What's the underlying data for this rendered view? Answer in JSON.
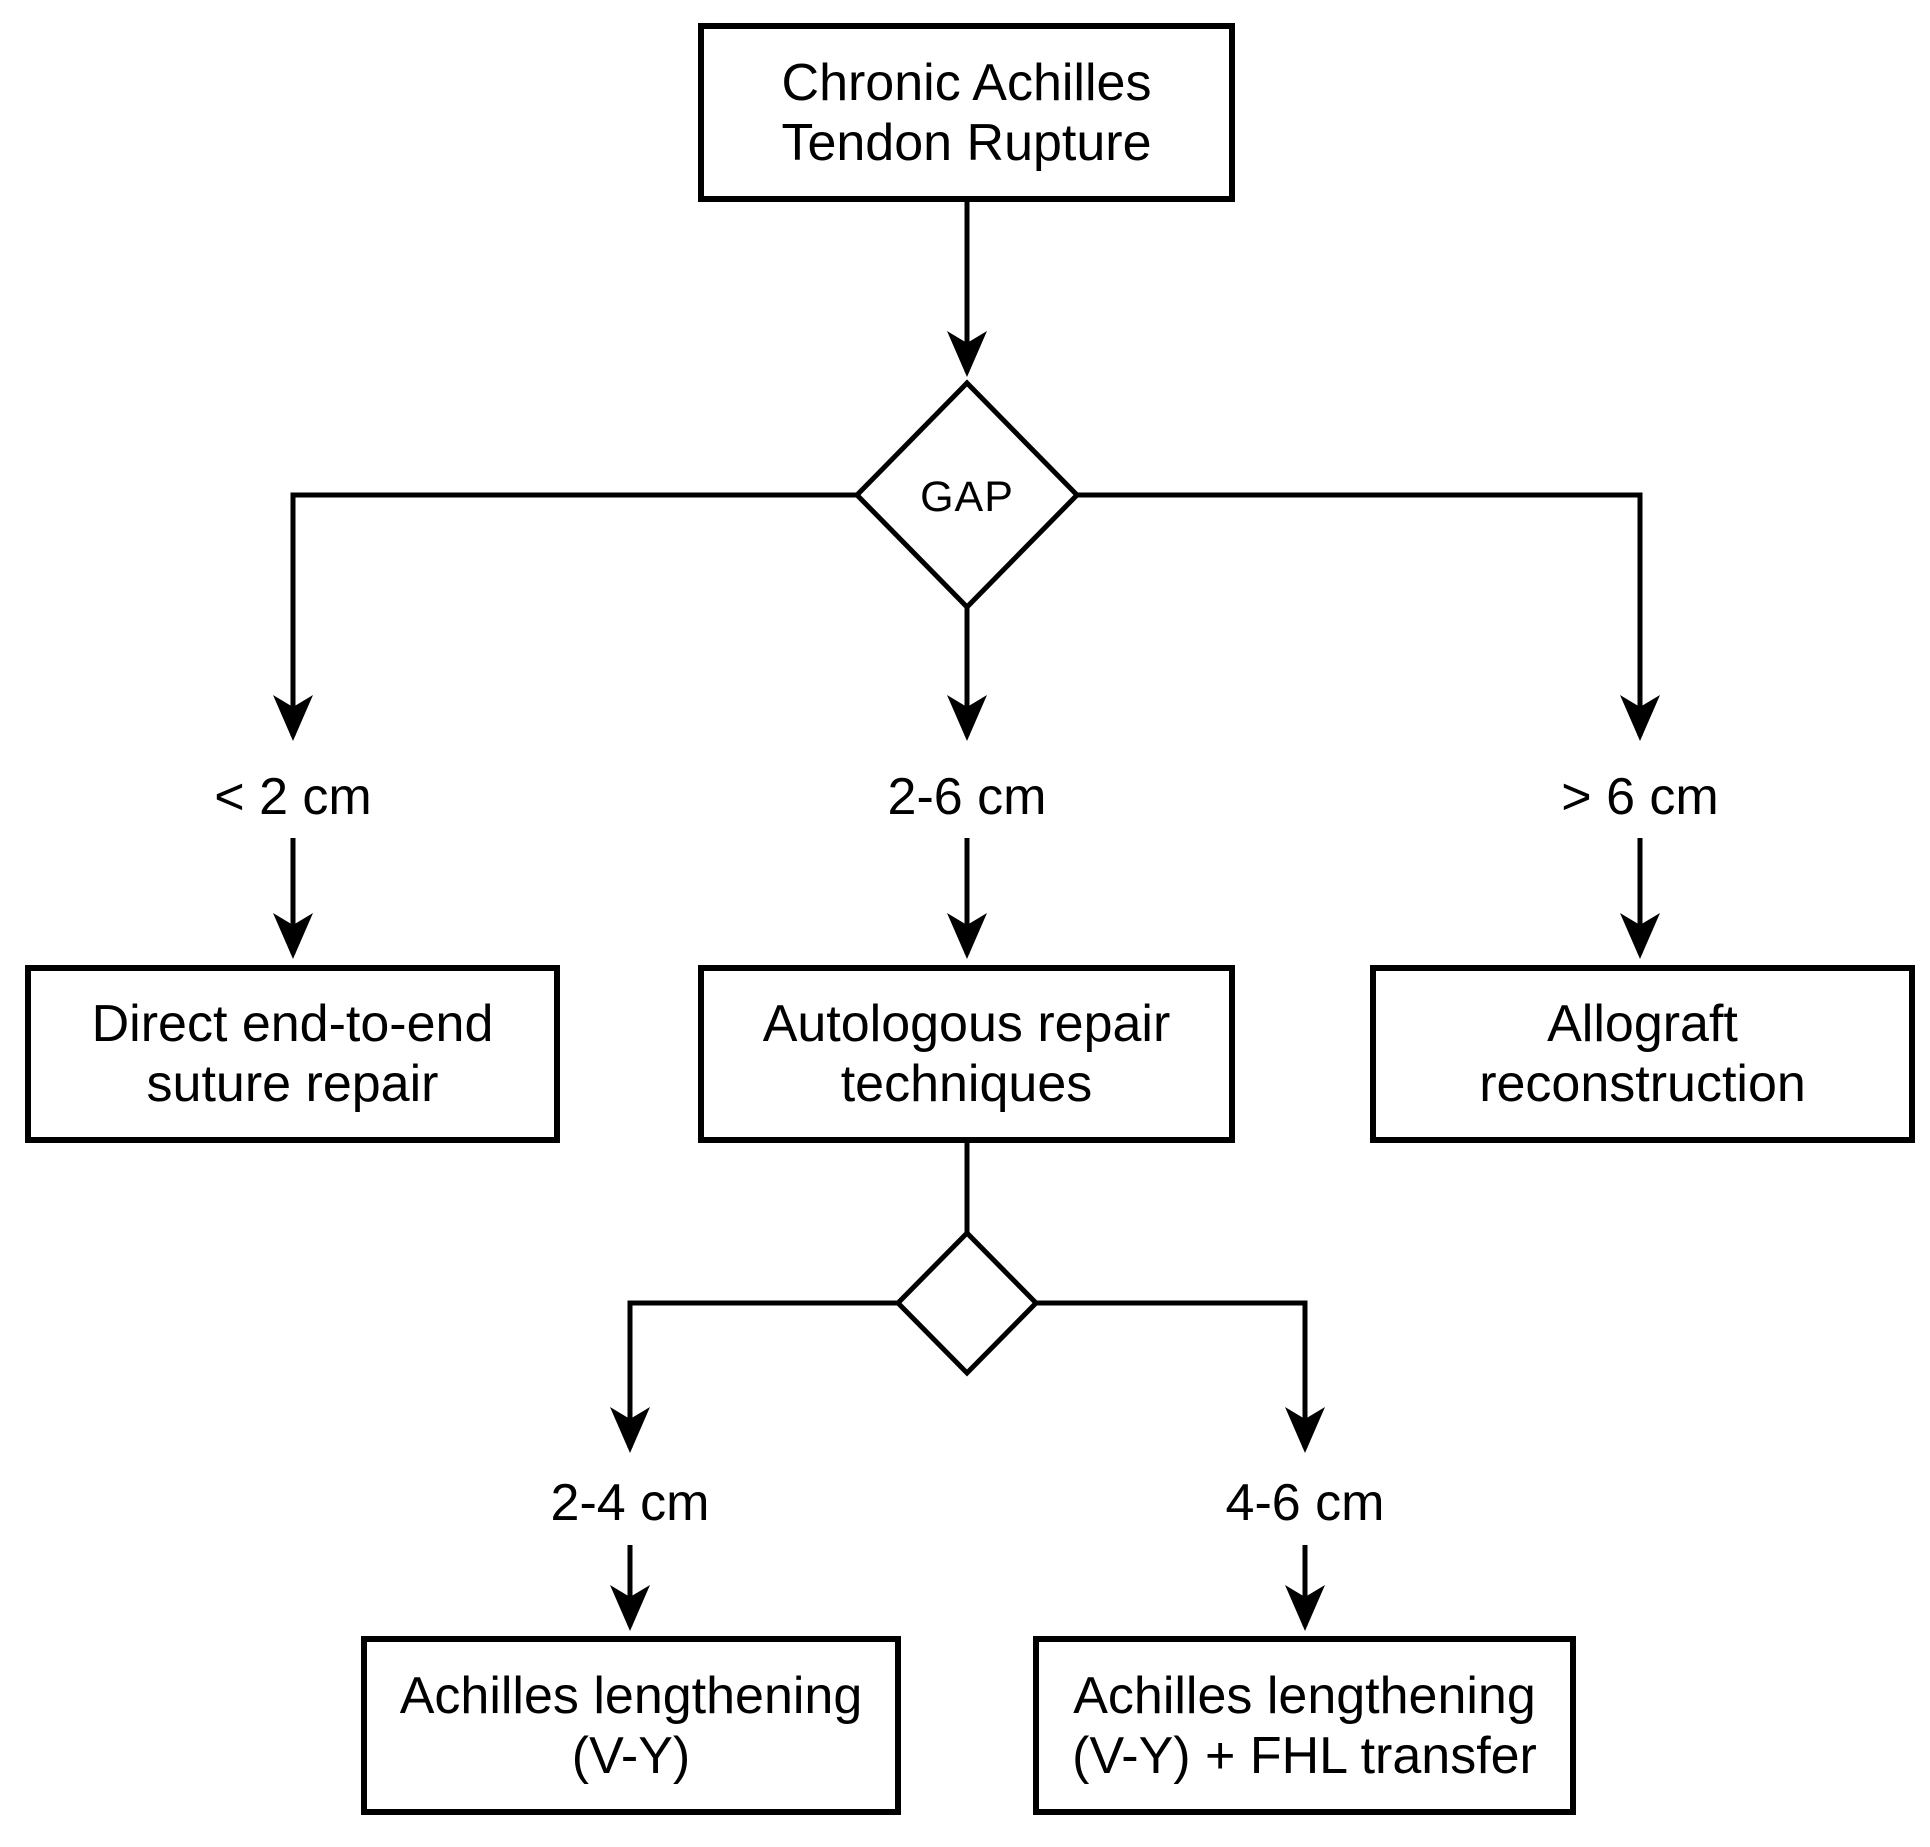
{
  "diagram": {
    "type": "flowchart",
    "background_color": "#ffffff",
    "line_color": "#000000",
    "text_color": "#000000",
    "nodes": {
      "root": {
        "shape": "rect",
        "label": "Chronic Achilles\nTendon Rupture"
      },
      "gap_decision": {
        "shape": "diamond",
        "label": "GAP"
      },
      "direct_repair": {
        "shape": "rect",
        "label": "Direct end-to-end\nsuture repair"
      },
      "autologous": {
        "shape": "rect",
        "label": "Autologous repair\ntechniques"
      },
      "allograft": {
        "shape": "rect",
        "label": "Allograft\nreconstruction"
      },
      "sub_decision": {
        "shape": "diamond",
        "label": ""
      },
      "vy_lengthening": {
        "shape": "rect",
        "label": "Achilles lengthening\n(V-Y)"
      },
      "vy_fhl": {
        "shape": "rect",
        "label": "Achilles lengthening\n(V-Y) + FHL transfer"
      }
    },
    "branches": {
      "lt2": {
        "label": "< 2 cm"
      },
      "b26": {
        "label": "2-6 cm"
      },
      "gt6": {
        "label": "> 6 cm"
      },
      "b24": {
        "label": "2-4 cm"
      },
      "b46": {
        "label": "4-6 cm"
      }
    },
    "edges": [
      {
        "from": "root",
        "to": "gap_decision"
      },
      {
        "from": "gap_decision",
        "via": "lt2",
        "to": "direct_repair"
      },
      {
        "from": "gap_decision",
        "via": "b26",
        "to": "autologous"
      },
      {
        "from": "gap_decision",
        "via": "gt6",
        "to": "allograft"
      },
      {
        "from": "autologous",
        "to": "sub_decision"
      },
      {
        "from": "sub_decision",
        "via": "b24",
        "to": "vy_lengthening"
      },
      {
        "from": "sub_decision",
        "via": "b46",
        "to": "vy_fhl"
      }
    ]
  }
}
